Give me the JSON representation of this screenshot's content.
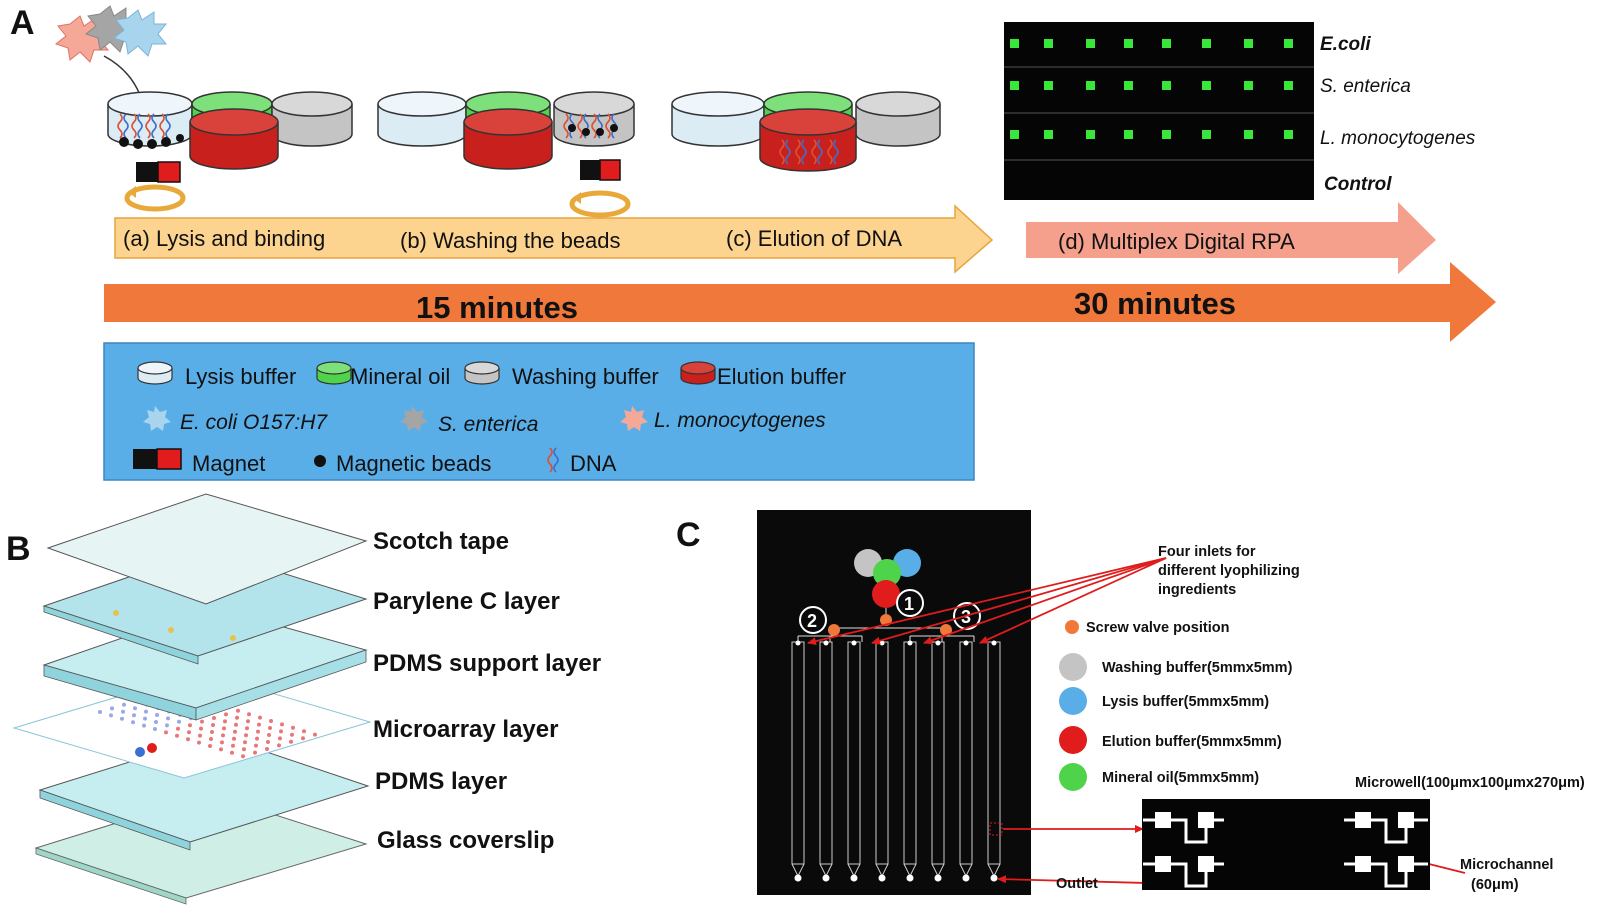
{
  "panels": {
    "a": "A",
    "b": "B",
    "c": "C"
  },
  "colors": {
    "lysis": "#dcecf5",
    "oil": "#4fd34a",
    "washing": "#c4c4c4",
    "elution": "#c8201c",
    "arrow_light": "#fcd38f",
    "arrow_pink": "#f4a08d",
    "arrow_orange": "#f0783a",
    "legend_bg": "#5aaee8",
    "layer_blue": "#a8dde4",
    "chip_bg": "#0a0a0a",
    "valve": "#f0783a"
  },
  "panel_a": {
    "steps": [
      "(a) Lysis and binding",
      "(b) Washing the beads",
      "(c) Elution of DNA"
    ],
    "step_d": "(d) Multiplex Digital RPA",
    "time_1": "15 minutes",
    "time_2": "30 minutes",
    "result_rows": [
      {
        "label": "E.coli",
        "spots": 8
      },
      {
        "label": "S. enterica",
        "spots": 8
      },
      {
        "label": "L. monocytogenes",
        "spots": 8
      },
      {
        "label": "Control",
        "spots": 0
      }
    ],
    "legend": {
      "lysis": "Lysis buffer",
      "oil": "Mineral oil",
      "washing": "Washing buffer",
      "elution": "Elution buffer",
      "ecoli": "E. coli O157:H7",
      "senterica": "S. enterica",
      "lmono": "L. monocytogenes",
      "magnet": "Magnet",
      "beads": "Magnetic beads",
      "dna": "DNA"
    }
  },
  "panel_b": {
    "layers": [
      "Scotch tape",
      "Parylene C layer",
      "PDMS support layer",
      "Microarray layer",
      "PDMS layer",
      "Glass coverslip"
    ]
  },
  "panel_c": {
    "inlets": "Four inlets for different lyophilizing ingredients",
    "inlets_lines": [
      "Four inlets for",
      "different lyophilizing",
      "ingredients"
    ],
    "valve": "Screw valve position",
    "washing": "Washing buffer(5mmx5mm)",
    "lysis": "Lysis buffer(5mmx5mm)",
    "elution": "Elution buffer(5mmx5mm)",
    "oil": "Mineral oil(5mmx5mm)",
    "microwell": "Microwell(100μmx100μmx270μm)",
    "microchannel_lines": [
      "Microchannel",
      "(60μm)"
    ],
    "outlet": "Outlet",
    "valve_numbers": [
      "1",
      "2",
      "3"
    ]
  }
}
